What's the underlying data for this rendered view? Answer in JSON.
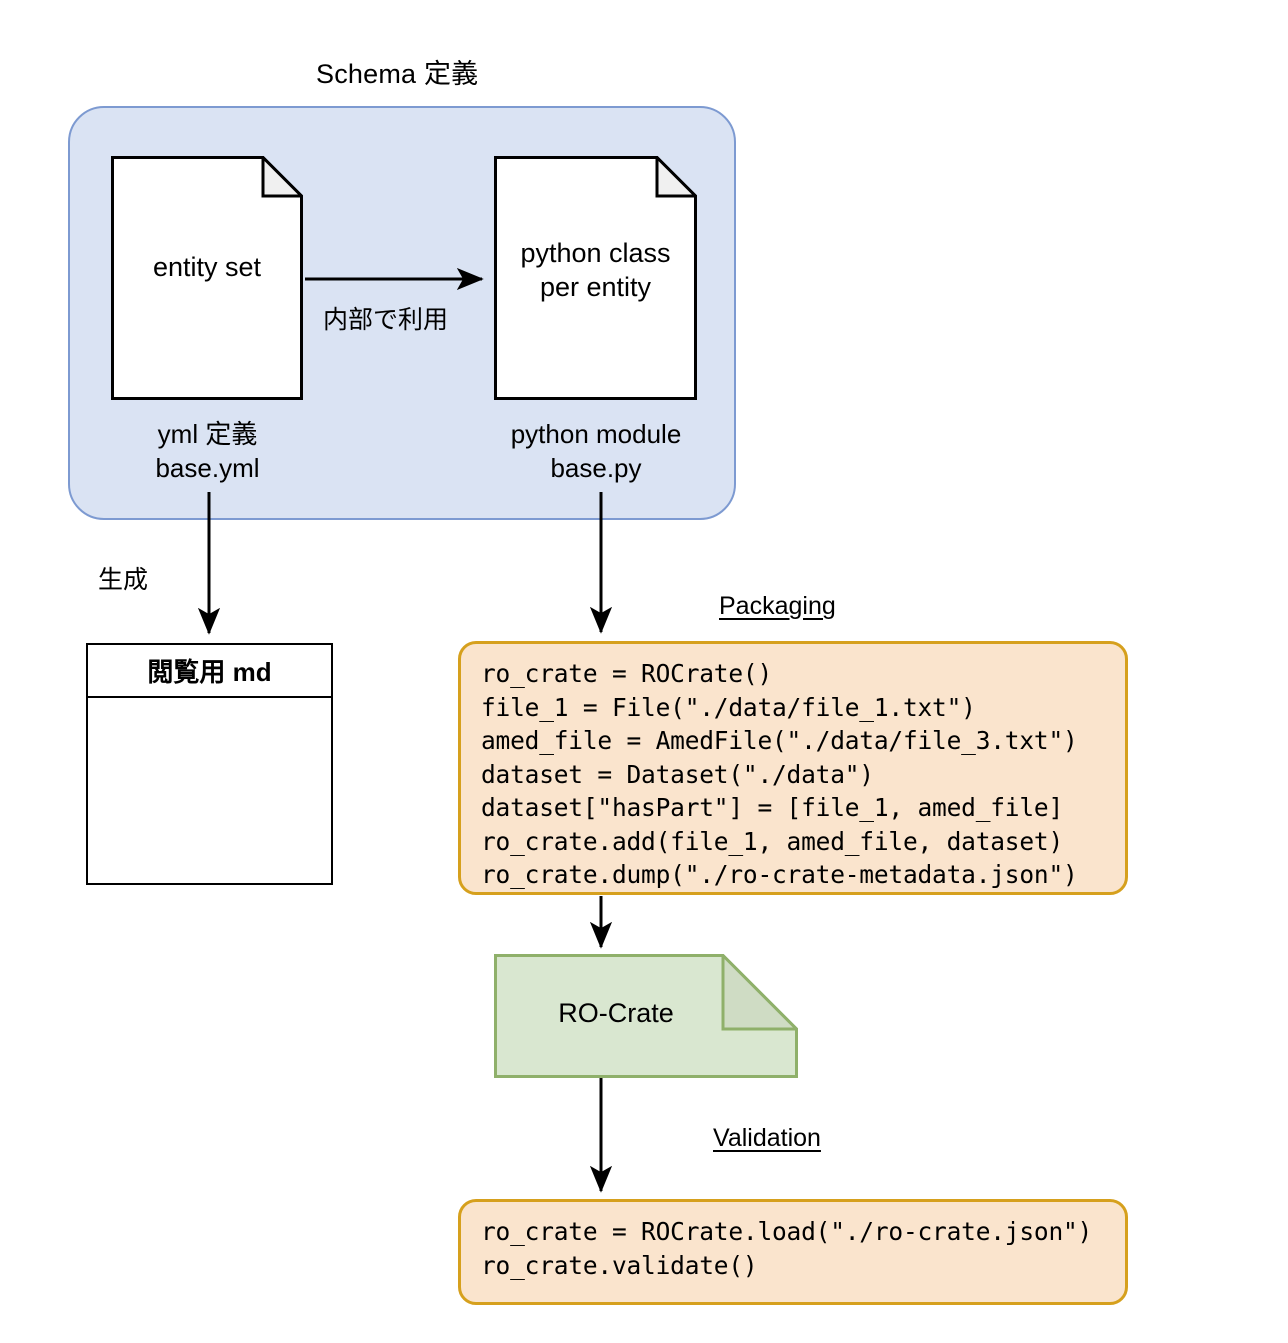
{
  "diagram": {
    "title": "Schema 定義",
    "schema_group": {
      "yml_doc": {
        "body": "entity set",
        "caption": "yml 定義\nbase.yml"
      },
      "python_doc": {
        "body": "python class\nper entity",
        "caption": "python module\nbase.py"
      },
      "edge_label": "内部で利用"
    },
    "md_output": {
      "edge_label": "生成",
      "header": "閲覧用 md",
      "body": ""
    },
    "packaging": {
      "label": "Packaging",
      "code": "ro_crate = ROCrate()\nfile_1 = File(\"./data/file_1.txt\")\named_file = AmedFile(\"./data/file_3.txt\")\ndataset = Dataset(\"./data\")\ndataset[\"hasPart\"] = [file_1, amed_file]\nro_crate.add(file_1, amed_file, dataset)\nro_crate.dump(\"./ro-crate-metadata.json\")"
    },
    "artifact": {
      "label": "RO-Crate"
    },
    "validation": {
      "label": "Validation",
      "code": "ro_crate = ROCrate.load(\"./ro-crate.json\")\nro_crate.validate()"
    },
    "colors": {
      "schema_group_fill": "#dae3f3",
      "schema_group_stroke": "#7d9ad1",
      "code_fill": "#fae4cd",
      "code_stroke": "#d6a01d",
      "artifact_fill": "#d9e7d0",
      "artifact_stroke": "#8fb06a",
      "doc_fold_fill": "#f0f0f0",
      "stroke": "#000000"
    }
  }
}
